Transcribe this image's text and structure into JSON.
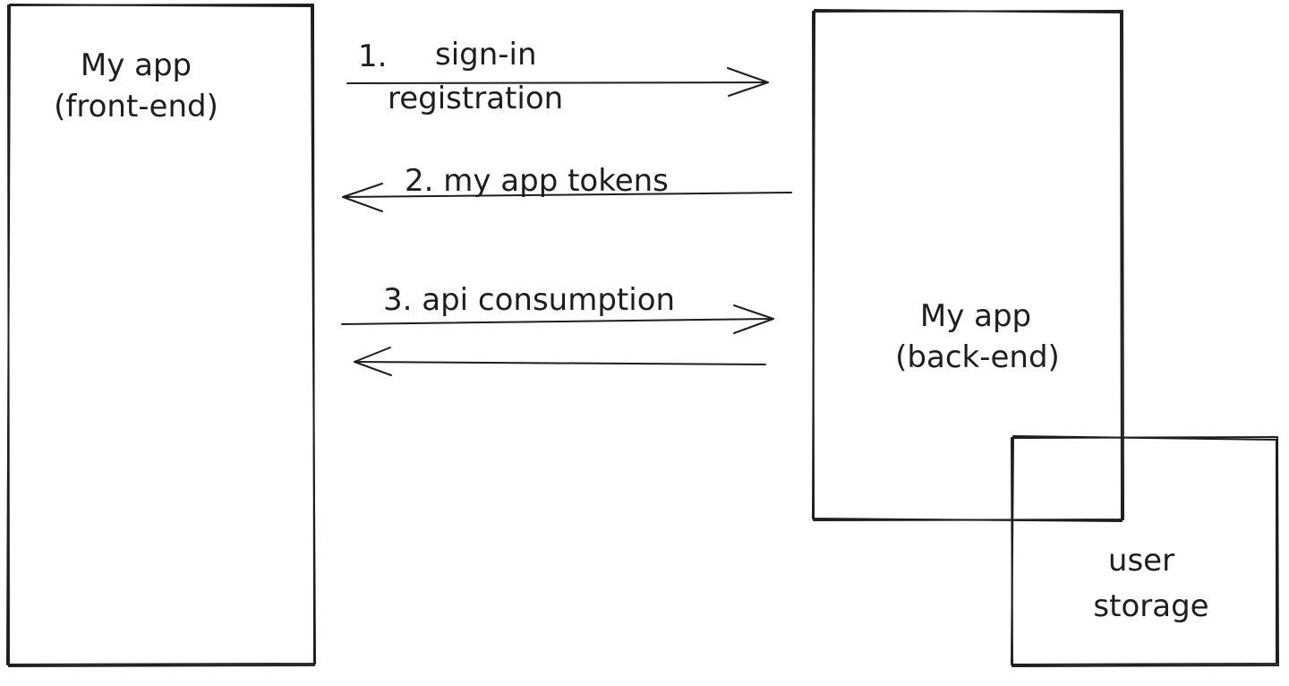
{
  "boxes": {
    "frontend": {
      "line1": "My app",
      "line2": "(front-end)"
    },
    "backend": {
      "line1": "My app",
      "line2": "(back-end)"
    },
    "storage": {
      "line1": "user",
      "line2": "storage"
    }
  },
  "arrows": {
    "signin": {
      "number": "1.",
      "line1": "sign-in",
      "line2": "registration"
    },
    "tokens": {
      "label": "2. my app tokens"
    },
    "api": {
      "label": "3. api consumption"
    }
  }
}
